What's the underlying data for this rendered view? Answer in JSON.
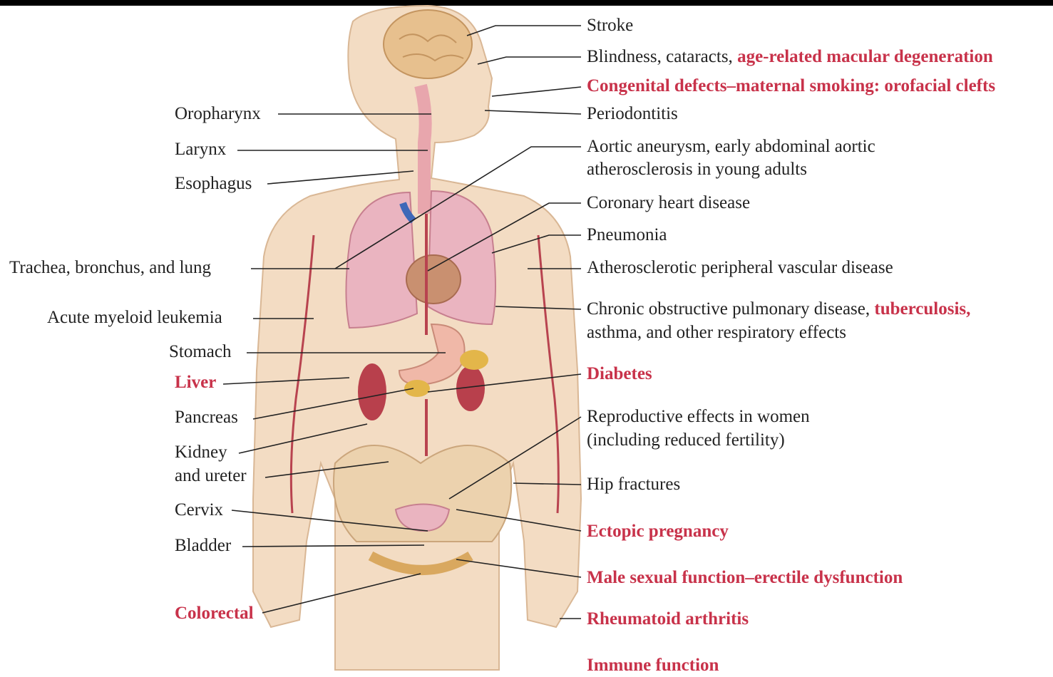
{
  "colors": {
    "accent_red": "#c8324a",
    "text": "#222222",
    "skin": "#f3dcc3",
    "organ": "#e7a7b6",
    "vessel": "#b8434f"
  },
  "left_labels": [
    {
      "text": "Oropharynx",
      "highlight": false
    },
    {
      "text": "Larynx",
      "highlight": false
    },
    {
      "text": "Esophagus",
      "highlight": false
    },
    {
      "text": "Trachea, bronchus, and lung",
      "highlight": false
    },
    {
      "text": "Acute myeloid leukemia",
      "highlight": false
    },
    {
      "text": "Stomach",
      "highlight": false
    },
    {
      "text": "Liver",
      "highlight": true
    },
    {
      "text": "Pancreas",
      "highlight": false
    },
    {
      "text": "Kidney",
      "highlight": false
    },
    {
      "text": "and ureter",
      "highlight": false
    },
    {
      "text": "Cervix",
      "highlight": false
    },
    {
      "text": "Bladder",
      "highlight": false
    },
    {
      "text": "Colorectal",
      "highlight": true
    }
  ],
  "right_labels": {
    "stroke": "Stroke",
    "blindness": "Blindness, cataracts,",
    "amd": "age-related macular degeneration",
    "congenital": "Congenital defects–maternal smoking: orofacial clefts",
    "periodontitis": "Periodontitis",
    "aortic_1": "Aortic aneurysm, early abdominal aortic",
    "aortic_2": "atherosclerosis in young adults",
    "coronary": "Coronary heart disease",
    "pneumonia": "Pneumonia",
    "pvd": "Atherosclerotic peripheral vascular disease",
    "copd_1": "Chronic obstructive pulmonary disease,",
    "tuberculosis": "tuberculosis,",
    "copd_2": "asthma, and other respiratory effects",
    "diabetes": "Diabetes",
    "repro_1": "Reproductive effects in women",
    "repro_2": "(including reduced fertility)",
    "hip": "Hip fractures",
    "ectopic": "Ectopic pregnancy",
    "male": "Male sexual function–erectile dysfunction",
    "ra": "Rheumatoid arthritis",
    "immune": "Immune function"
  }
}
